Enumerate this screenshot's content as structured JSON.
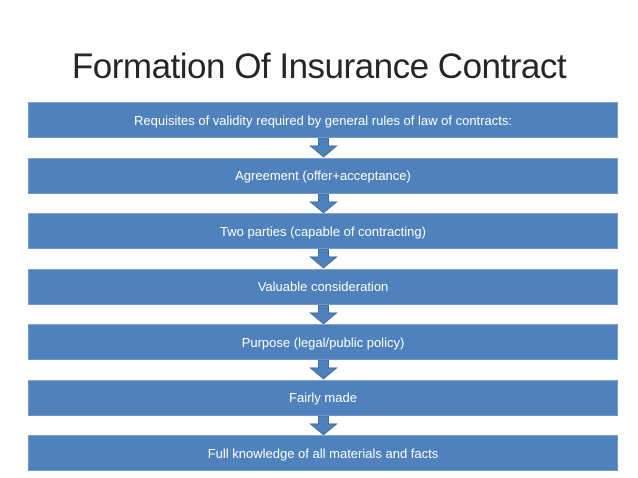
{
  "slide": {
    "title": "Formation Of Insurance Contract",
    "steps": [
      {
        "label": "Requisites of validity required by general rules of law of contracts:"
      },
      {
        "label": "Agreement (offer+acceptance)"
      },
      {
        "label": "Two parties (capable of contracting)"
      },
      {
        "label": "Valuable consideration"
      },
      {
        "label": "Purpose (legal/public policy)"
      },
      {
        "label": "Fairly made"
      },
      {
        "label": "Full knowledge of all materials and facts"
      }
    ],
    "colors": {
      "background": "#ffffff",
      "title_color": "#262626",
      "bar_fill": "#4f81bd",
      "bar_border": "#7298cb",
      "bar_text": "#ffffff",
      "arrow_fill": "#4f81bd",
      "arrow_border": "#3e6ba3"
    }
  }
}
